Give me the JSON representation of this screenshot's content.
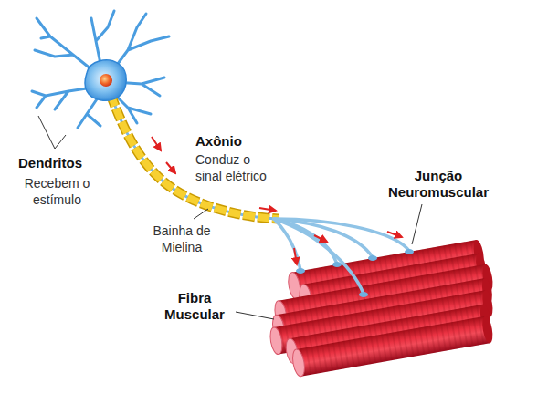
{
  "diagram": {
    "labels": [
      "Dendritos",
      "Recebem o estímulo",
      "Axônio",
      "Conduz o sinal elétrico",
      "Bainha de Mielina",
      "Junção Neuromuscular",
      "Fibra Muscular"
    ]
  }
}
